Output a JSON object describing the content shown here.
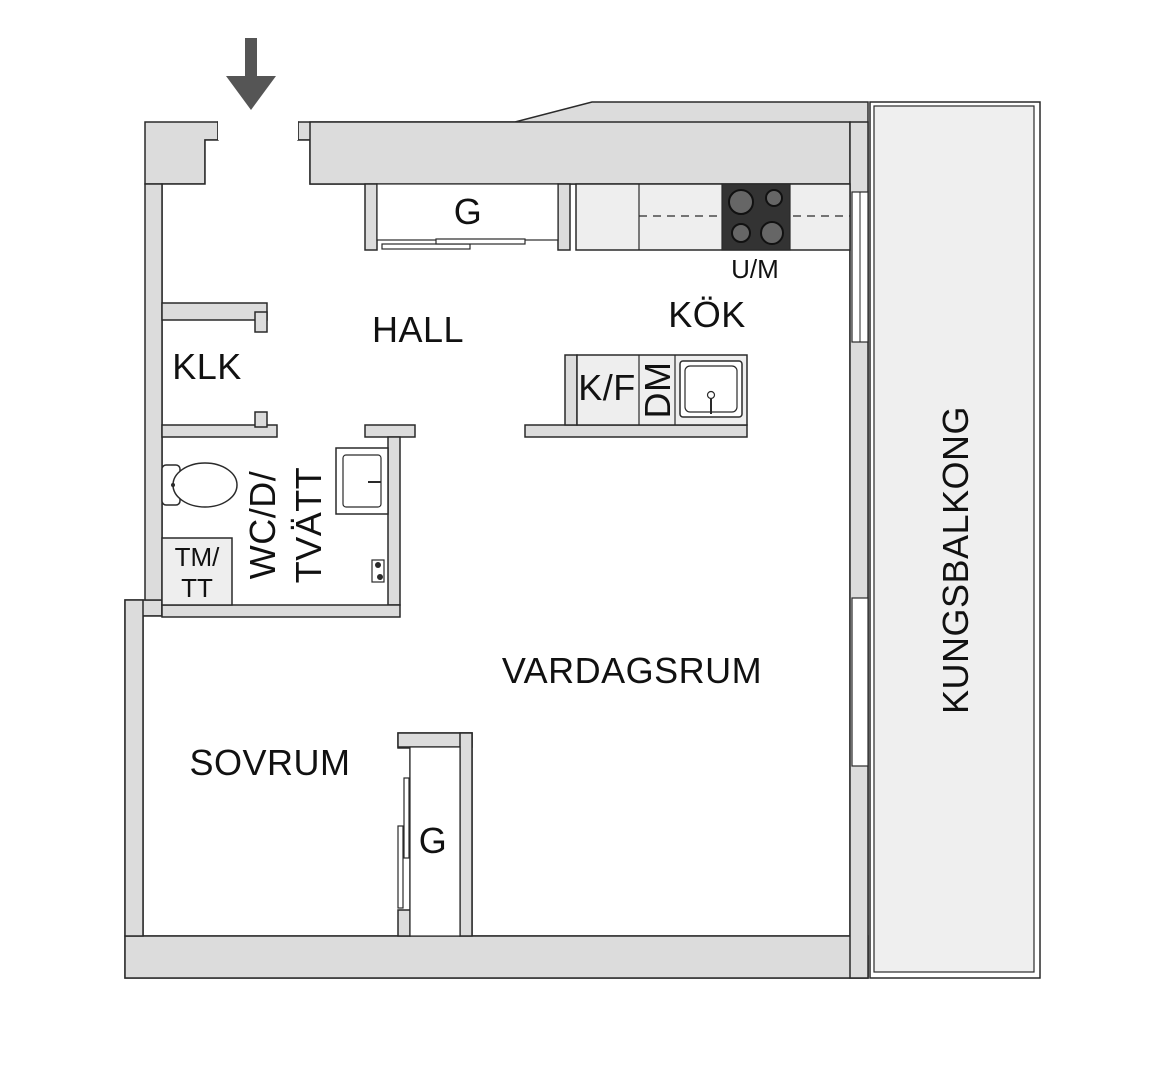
{
  "floorplan": {
    "rooms": {
      "hall": "HALL",
      "kok": "KÖK",
      "klk": "KLK",
      "wc_line1": "WC/D/",
      "wc_line2": "TVÄTT",
      "vardagsrum": "VARDAGSRUM",
      "sovrum": "SOVRUM",
      "balcony": "KUNGSBALKONG"
    },
    "fixtures": {
      "wardrobe_hall": "G",
      "wardrobe_bedroom": "G",
      "oven_microwave": "U/M",
      "fridge_freezer": "K/F",
      "dishwasher": "DM",
      "tm_line1": "TM/",
      "tm_line2": "TT"
    },
    "entrance_arrow": "entrance-arrow-icon",
    "colors": {
      "wall": "#dcdcdc",
      "stroke": "#2a2a2a",
      "counter": "#eeeeee",
      "stove": "#333333",
      "balcony": "#efefef",
      "arrow": "#555555"
    }
  }
}
